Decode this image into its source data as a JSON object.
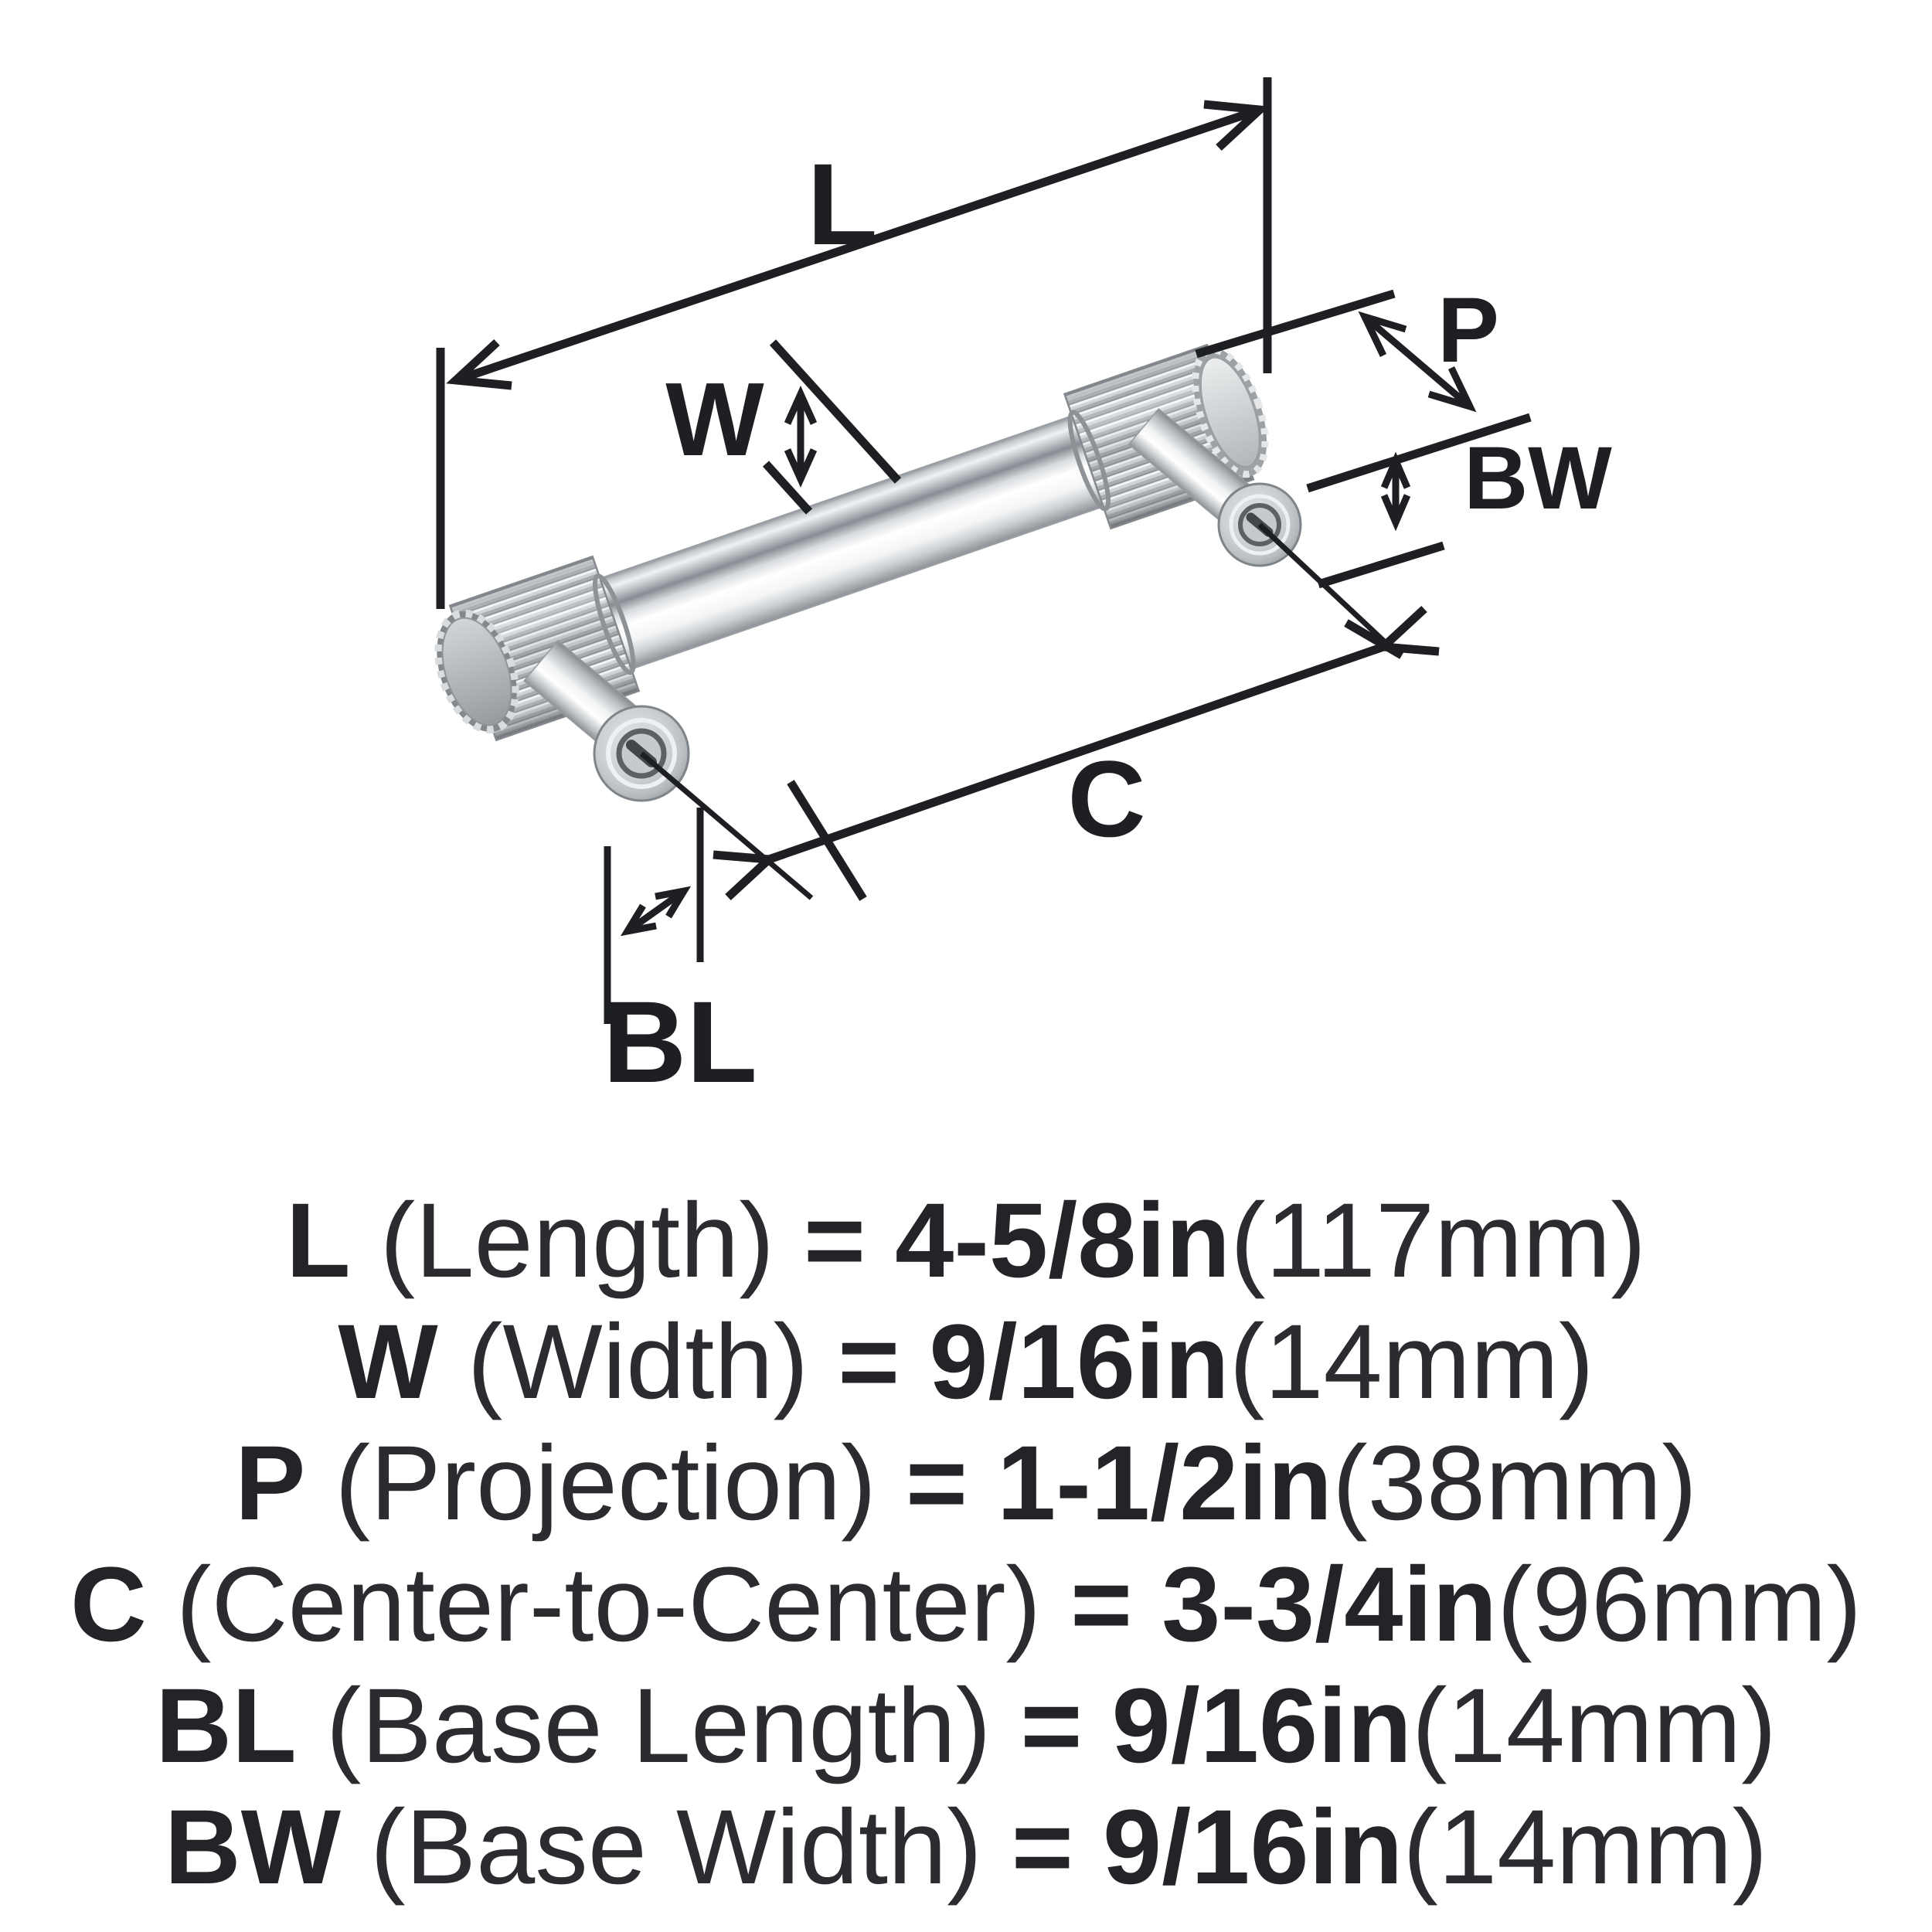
{
  "diagram": {
    "labels": {
      "length": "L",
      "width": "W",
      "projection": "P",
      "base_width": "BW",
      "center_to_center": "C",
      "base_length": "BL"
    },
    "illustration": "chrome-bar-pull-with-knurled-ends"
  },
  "specs": {
    "rows": [
      {
        "abbr": "L",
        "name": " (Length) ",
        "value": "= 4-5/8in",
        "metric": "(117mm)"
      },
      {
        "abbr": "W",
        "name": " (Width) ",
        "value": "= 9/16in",
        "metric": "(14mm)"
      },
      {
        "abbr": "P",
        "name": " (Projection) ",
        "value": "= 1-1/2in",
        "metric": "(38mm)"
      },
      {
        "abbr": "C",
        "name": " (Center-to-Center) ",
        "value": "= 3-3/4in",
        "metric": "(96mm)"
      },
      {
        "abbr": "BL",
        "name": " (Base Length) ",
        "value": "= 9/16in",
        "metric": "(14mm)"
      },
      {
        "abbr": "BW",
        "name": " (Base Width) ",
        "value": "= 9/16in",
        "metric": "(14mm)"
      }
    ]
  },
  "colors": {
    "background": "#ffffff",
    "ink": "#1d1f22",
    "chrome_highlight": "#ffffff",
    "chrome_light": "#eff1f2",
    "chrome_mid": "#c6cace",
    "chrome_dark": "#878d93",
    "chrome_shadow": "#5f646a"
  }
}
